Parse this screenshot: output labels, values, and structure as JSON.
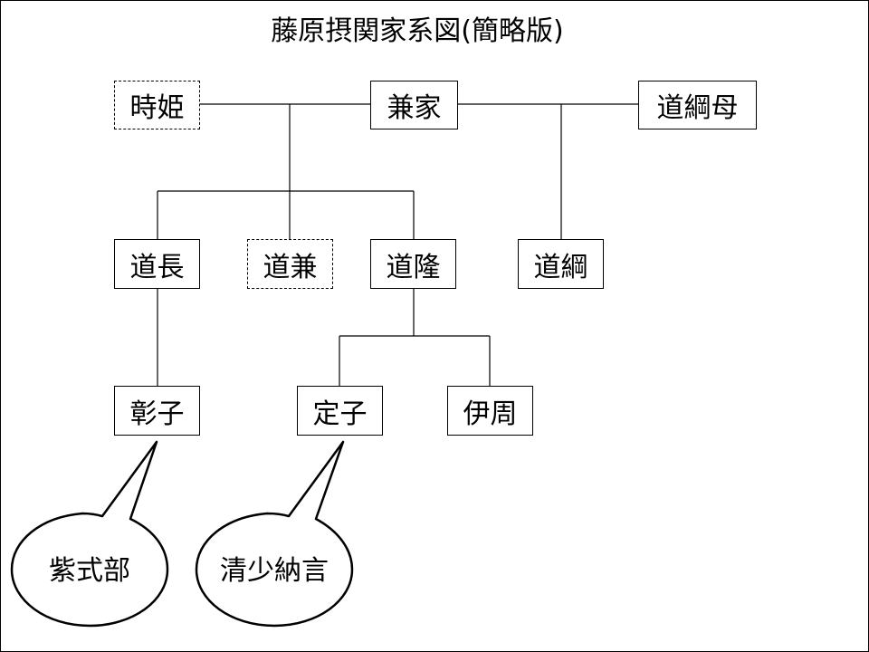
{
  "title": "藤原摂関家系図(簡略版)",
  "nodes": {
    "tokihime": "時姫",
    "kaneie": "兼家",
    "michitsuna_haha": "道綱母",
    "michinaga": "道長",
    "michikane": "道兼",
    "michitaka": "道隆",
    "michitsuna": "道綱",
    "shoshi": "彰子",
    "teishi": "定子",
    "korechika": "伊周"
  },
  "bubbles": {
    "murasaki": "紫式部",
    "seisho": "清少納言"
  }
}
